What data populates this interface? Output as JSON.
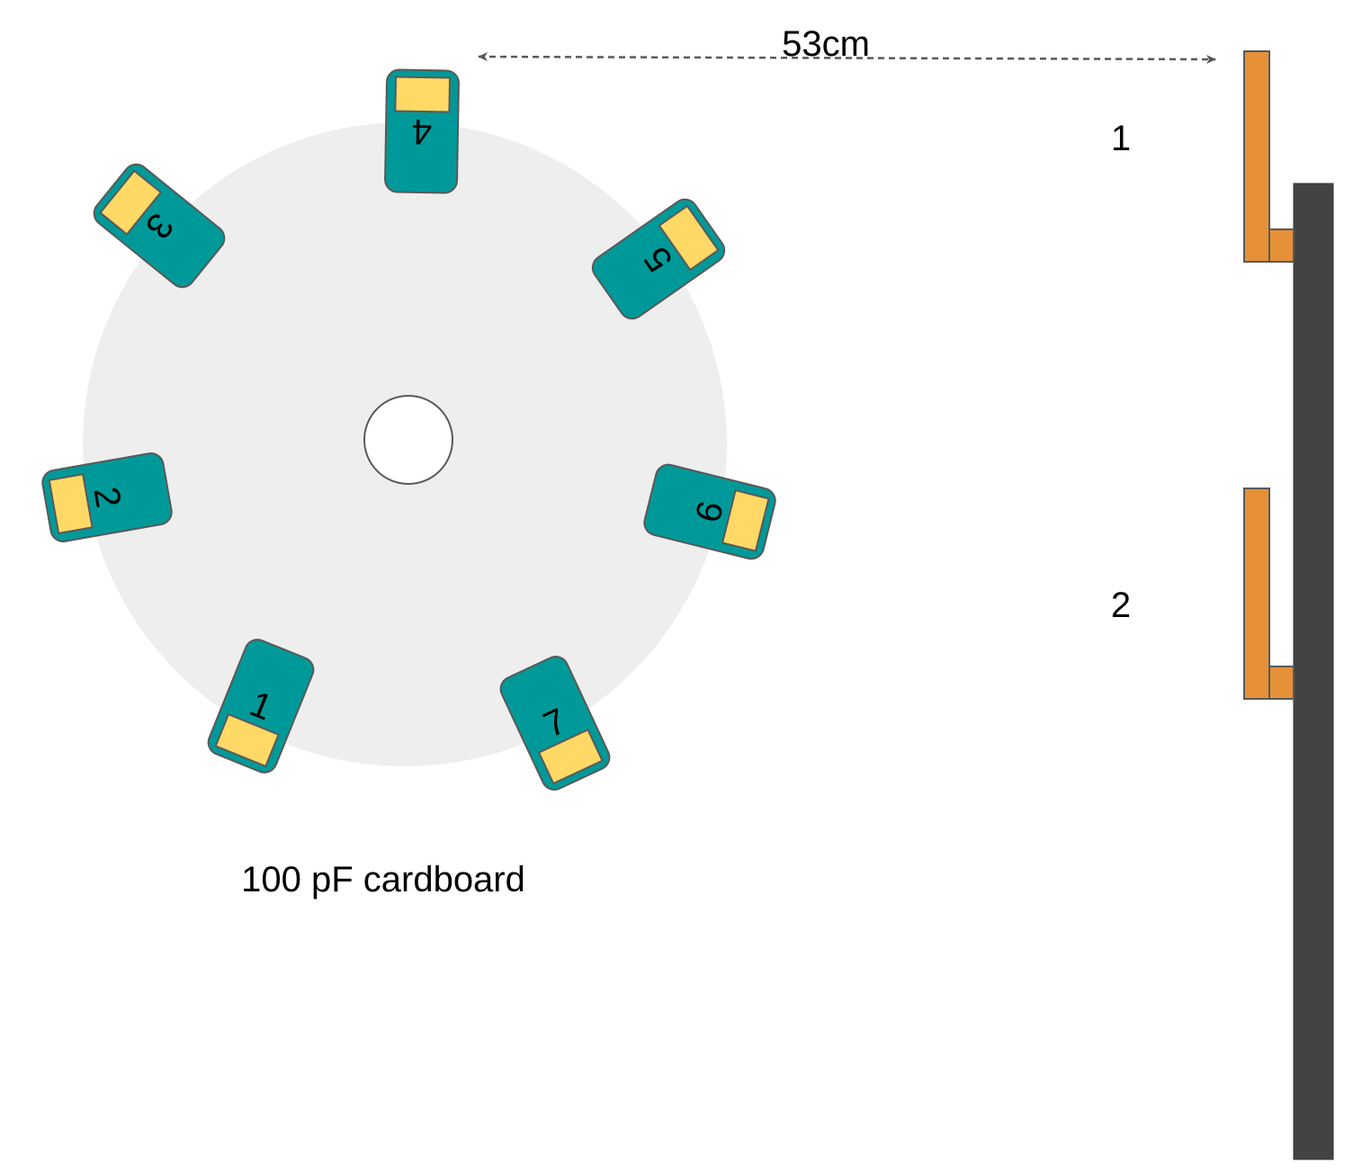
{
  "distance": {
    "label": "53cm"
  },
  "caption": {
    "label": "100 pF cardboard"
  },
  "cards": [
    {
      "number": "1"
    },
    {
      "number": "2"
    },
    {
      "number": "3"
    },
    {
      "number": "4"
    },
    {
      "number": "5"
    },
    {
      "number": "6"
    },
    {
      "number": "7"
    }
  ],
  "mounts": [
    {
      "label": "1"
    },
    {
      "label": "2"
    }
  ],
  "colors": {
    "disc": "#eeeeee",
    "card": "#009999",
    "card_pad": "#ffd966",
    "mount": "#e69138",
    "rail": "#434343",
    "arrow": "#595959"
  }
}
